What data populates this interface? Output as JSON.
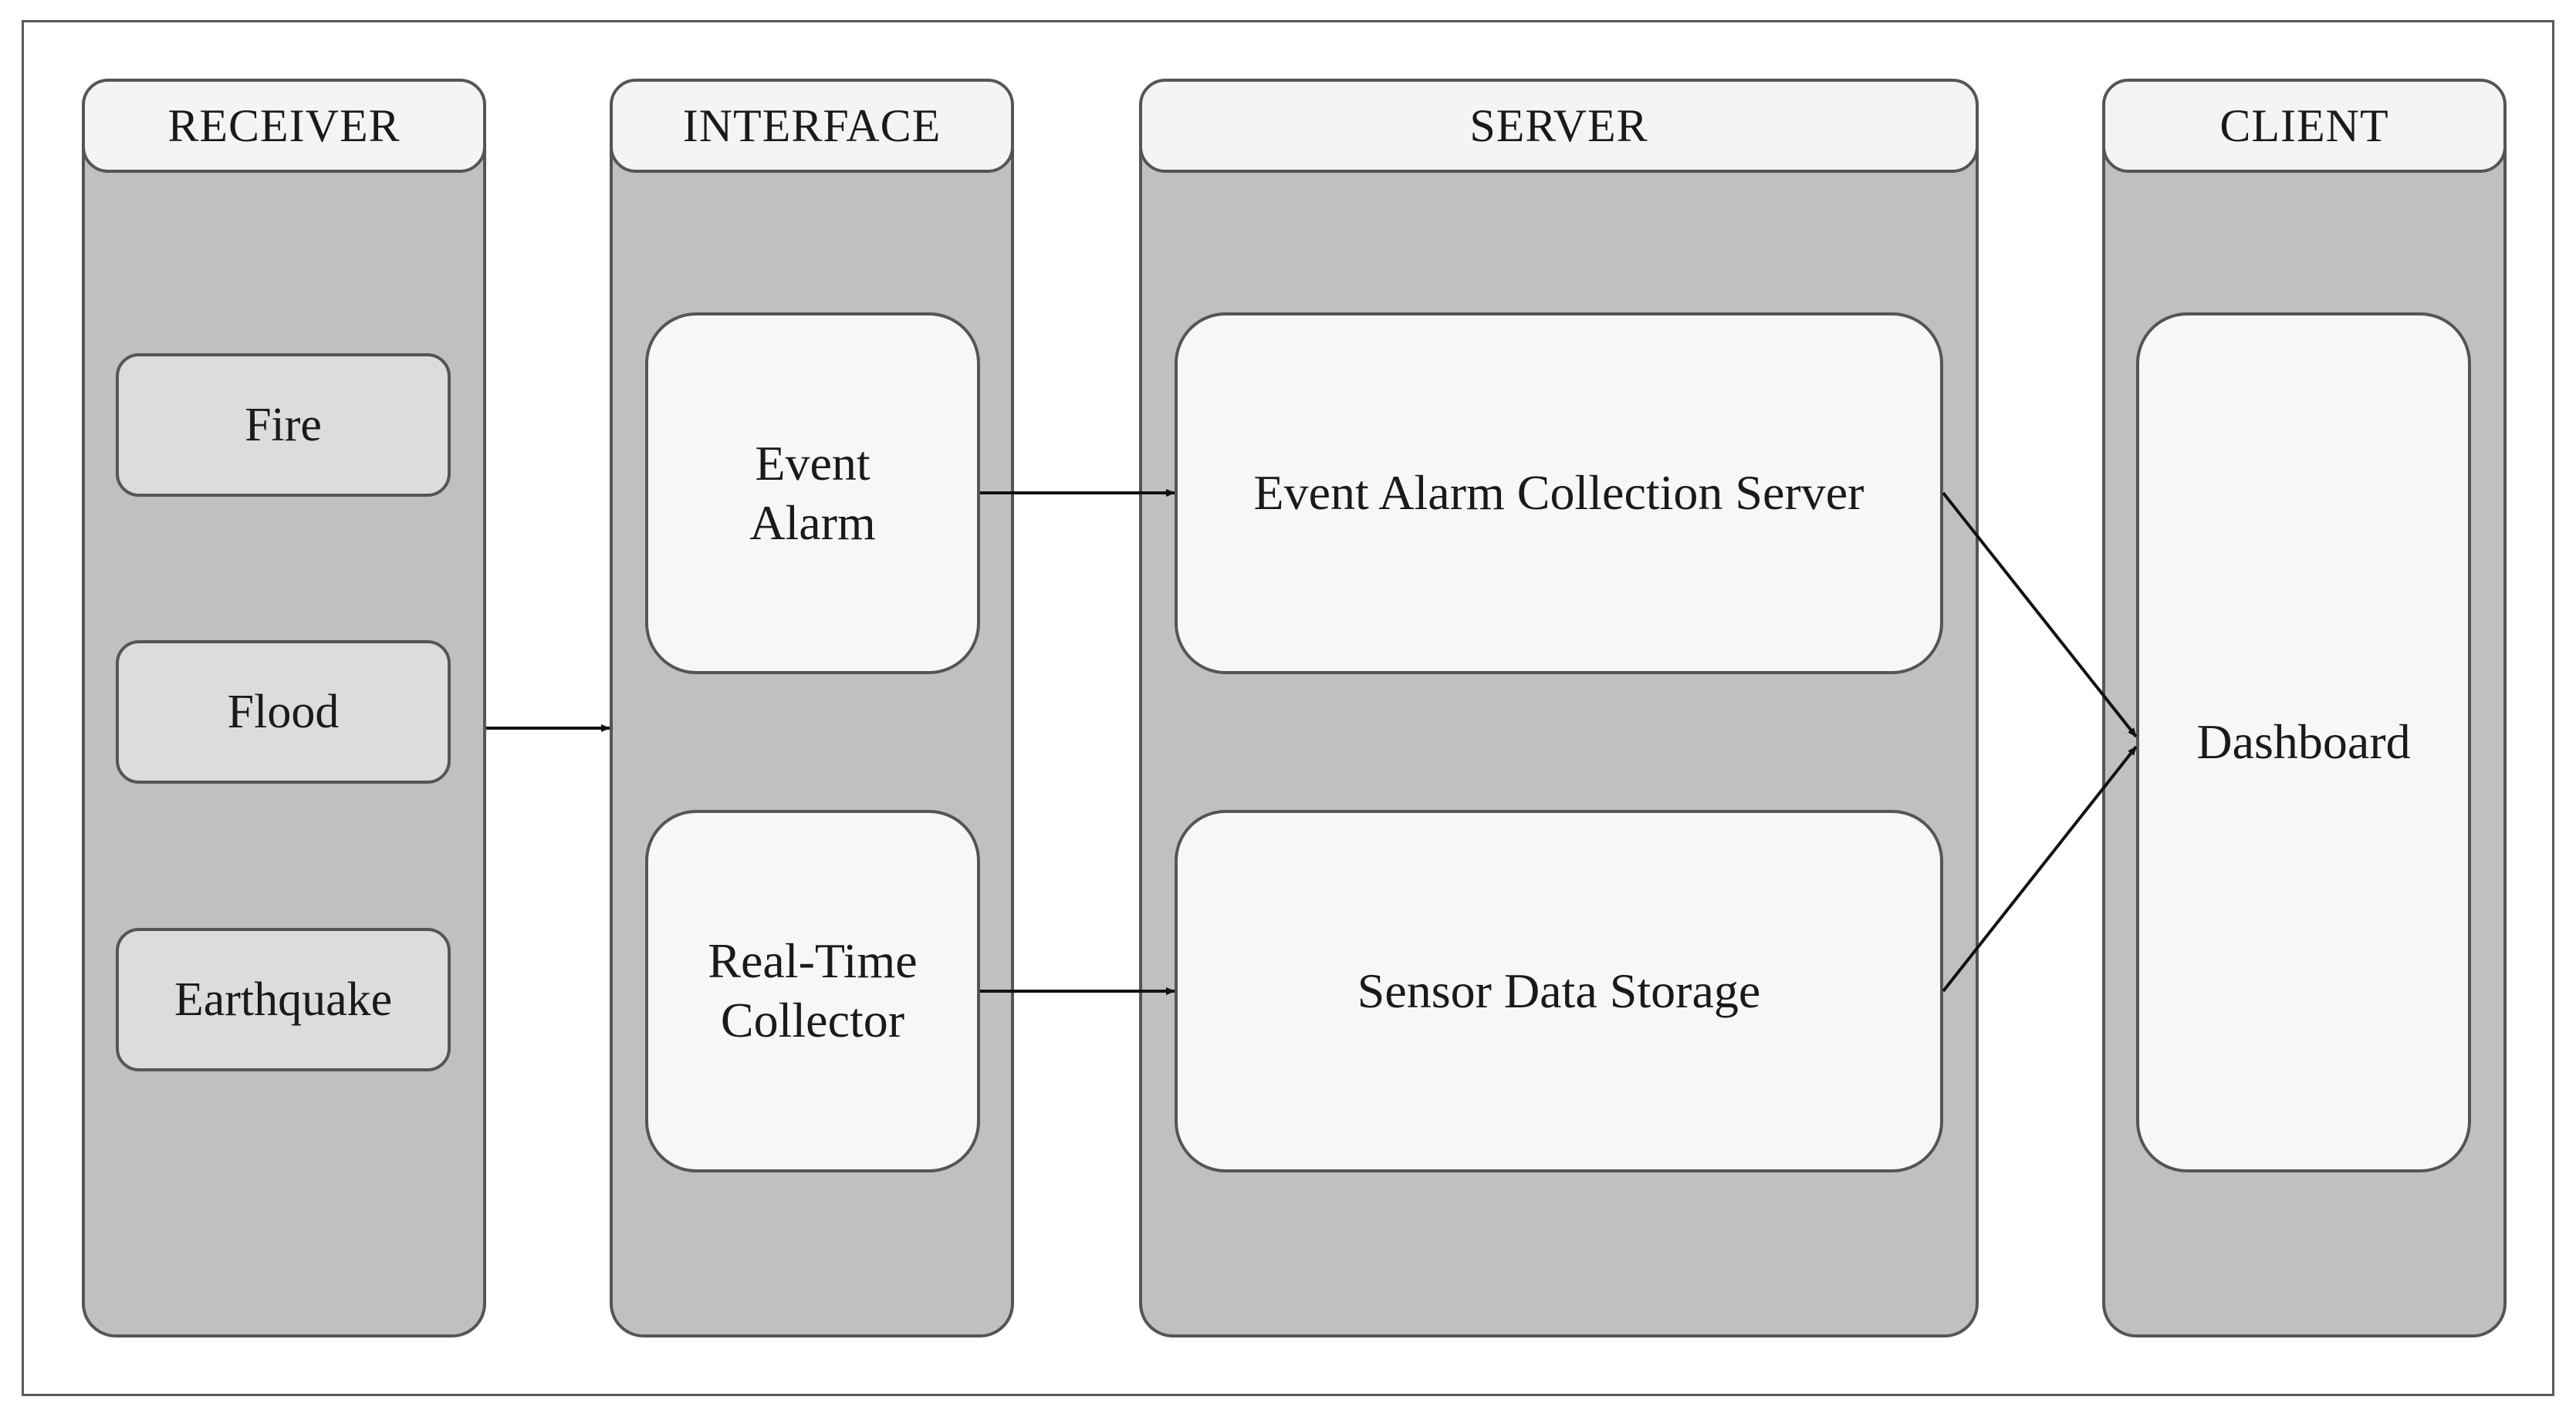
{
  "columns": {
    "receiver": {
      "title": "RECEIVER",
      "items": [
        "Fire",
        "Flood",
        "Earthquake"
      ]
    },
    "interface": {
      "title": "INTERFACE",
      "items": [
        "Event\nAlarm",
        "Real-Time\nCollector"
      ]
    },
    "server": {
      "title": "SERVER",
      "items": [
        "Event Alarm Collection Server",
        "Sensor Data Storage"
      ]
    },
    "client": {
      "title": "CLIENT",
      "items": [
        "Dashboard"
      ]
    }
  },
  "colors": {
    "lane": "#c0c0c0",
    "header": "#f4f4f4",
    "node": "#f7f7f7",
    "receiver_node": "#dcdcdc",
    "stroke": "#555555"
  }
}
